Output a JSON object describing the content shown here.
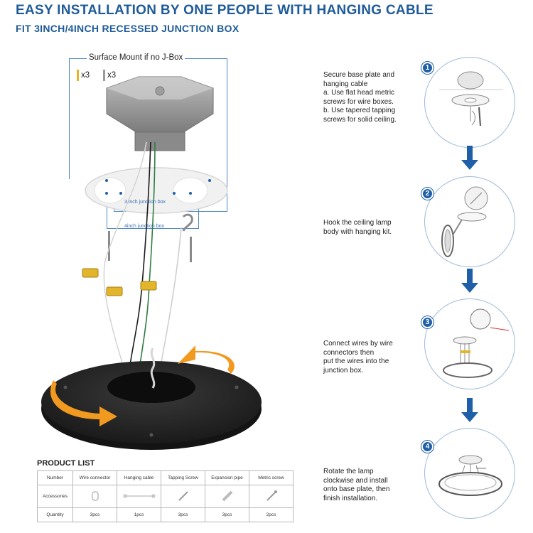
{
  "header": {
    "title": "EASY INSTALLATION BY ONE PEOPLE WITH HANGING CABLE",
    "subtitle": "FIT 3INCH/4INCH RECESSED JUNCTION BOX"
  },
  "diagram": {
    "surface_mount_label": "Surface Mount if no J-Box",
    "qty_gold": "x3",
    "qty_silver": "x3",
    "junction_3inch": "3 inch junction box",
    "junction_4inch": "4inch junction box"
  },
  "steps": [
    {
      "number": "1",
      "lines": [
        "Secure base plate and",
        "hanging cable",
        "a. Use flat head metric",
        "screws for wire boxes.",
        "b. Use tapered tapping",
        "screws for solid ceiling."
      ]
    },
    {
      "number": "2",
      "lines": [
        "Hook the ceiling lamp",
        "body with hanging kit."
      ]
    },
    {
      "number": "3",
      "lines": [
        "Connect wires by wire",
        "connectors then",
        "put the wires into the",
        "junction box."
      ]
    },
    {
      "number": "4",
      "lines": [
        "Rotate the lamp",
        "clockwise and install",
        "onto base plate, then",
        "finish installation."
      ]
    }
  ],
  "product_list": {
    "title": "PRODUCT LIST",
    "row_labels": [
      "Number",
      "Accessories",
      "Quantity"
    ],
    "columns": [
      {
        "name": "Wire connector",
        "qty": "3pcs"
      },
      {
        "name": "Hanging cable",
        "qty": "1pcs"
      },
      {
        "name": "Tapping Screw",
        "qty": "3pcs"
      },
      {
        "name": "Expansion pipe",
        "qty": "3pcs"
      },
      {
        "name": "Metric screw",
        "qty": "2pcs"
      }
    ]
  },
  "colors": {
    "heading_blue": "#1f5b99",
    "bracket_blue": "#4f86c6",
    "arrow_blue": "#1f5fa8",
    "rotate_orange": "#f29a1f",
    "connector_gold": "#e3b52b",
    "base_plate": "#262626"
  }
}
